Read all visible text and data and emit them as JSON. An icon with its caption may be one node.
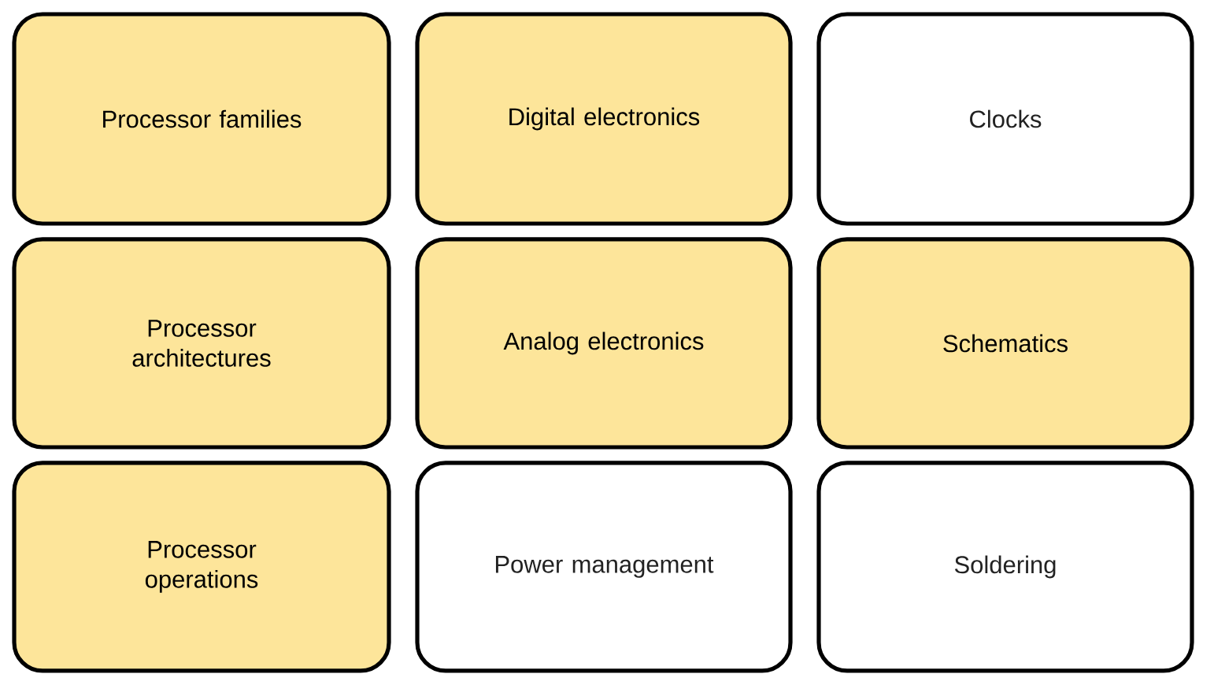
{
  "diagram": {
    "nodes": [
      {
        "text": [
          "Processor families"
        ]
      },
      {
        "text": [
          "Digital electronics"
        ]
      },
      {
        "text": [
          "Clocks"
        ]
      },
      {
        "text": [
          "Processor architectures"
        ]
      },
      {
        "text": [
          "Analog electronics"
        ]
      },
      {
        "text": [
          "Schematics"
        ]
      },
      {
        "text": [
          "Processor operations"
        ]
      },
      {
        "text": [
          "Power management"
        ]
      },
      {
        "text": [
          "Soldering"
        ]
      }
    ]
  }
}
